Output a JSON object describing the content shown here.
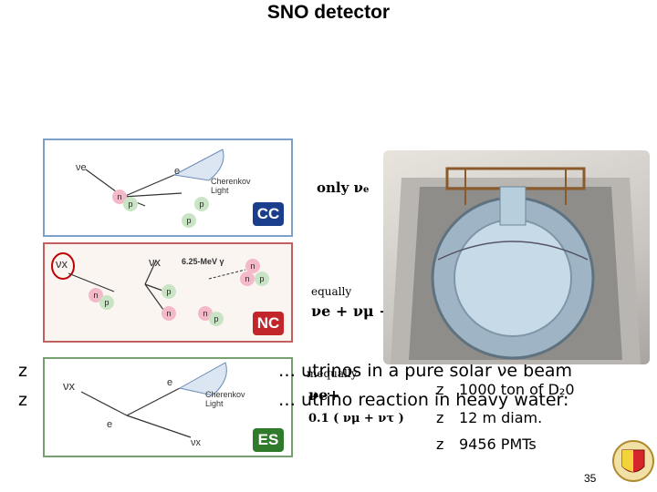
{
  "title": "SNO detector",
  "cc_panel": {
    "tag": "CC",
    "tag_color": "#1a3e8c",
    "nu_in": "νe",
    "electron": "e",
    "light": "Cherenkov\nLight",
    "n": "n",
    "p": "p"
  },
  "nc_panel": {
    "tag": "NC",
    "tag_color": "#c2262b",
    "nu_in": "νx",
    "nu_out": "νx",
    "gamma": "6.25-MeV  γ",
    "n": "n",
    "p": "p"
  },
  "es_panel": {
    "tag": "ES",
    "tag_color": "#2f7a2b",
    "nu_in": "νx",
    "electron": "e",
    "light": "Cherenkov\nLight",
    "nu_out": "νx"
  },
  "annotations": {
    "cc_only": "only ν",
    "cc_only_sub": "e",
    "nc_equally": "equally",
    "nc_flavors": "νe + νμ + ντ",
    "es_overlap": "mequally",
    "es_nue": "νe+",
    "es_ratio": "0.1 ( νμ + ντ )"
  },
  "bullets": {
    "marker": "z",
    "line1": "… utrinos in a pure solar νe beam",
    "line2": "… utrino reaction in heavy water:",
    "detector_facts": [
      "1000 ton of D₂0",
      "12 m diam.",
      "9456 PMTs"
    ]
  },
  "page_number": "35"
}
